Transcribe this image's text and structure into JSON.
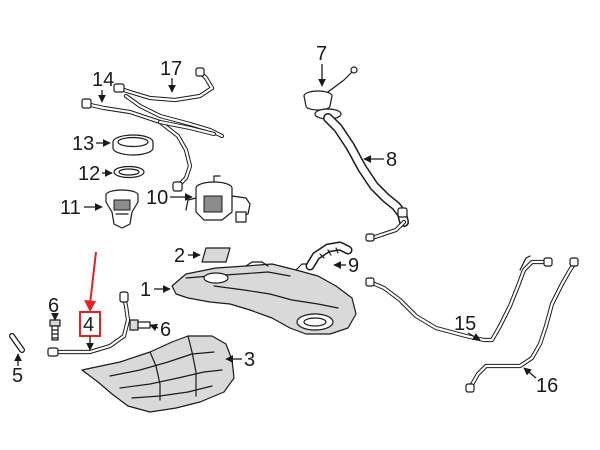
{
  "callouts": {
    "c1": "1",
    "c2": "2",
    "c3": "3",
    "c4": "4",
    "c5": "5",
    "c6a": "6",
    "c6b": "6",
    "c7": "7",
    "c8": "8",
    "c9": "9",
    "c10": "10",
    "c11": "11",
    "c12": "12",
    "c13": "13",
    "c14": "14",
    "c15": "15",
    "c16": "16",
    "c17": "17"
  },
  "highlight": {
    "part": "4",
    "color": "#e32222"
  },
  "colors": {
    "ink": "#1a1a1a",
    "shade": "#d9d9d9",
    "background": "#ffffff"
  }
}
